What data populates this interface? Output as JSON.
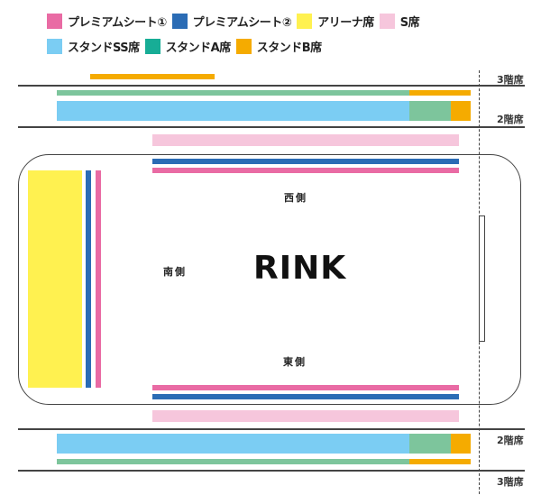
{
  "legend": {
    "row1": [
      {
        "label": "プレミアムシート①",
        "color": "#e96ba4"
      },
      {
        "label": "プレミアムシート②",
        "color": "#2b6cb5"
      },
      {
        "label": "アリーナ席",
        "color": "#fff150"
      },
      {
        "label": "S席",
        "color": "#f6c6dc"
      }
    ],
    "row2": [
      {
        "label": "スタンドSS席",
        "color": "#7bcdf3"
      },
      {
        "label": "スタンドA席",
        "color": "#17ad96"
      },
      {
        "label": "スタンドB席",
        "color": "#f5ab00"
      }
    ]
  },
  "floors": {
    "third_top": "3階席",
    "second_top": "2階席",
    "second_bottom": "2階席",
    "third_bottom": "3階席"
  },
  "rink": {
    "title": "RINK",
    "west": "西側",
    "south": "南側",
    "east": "東側"
  },
  "colors": {
    "premium1": "#e96ba4",
    "premium2": "#2b6cb5",
    "arena": "#fff150",
    "s_seat": "#f6c6dc",
    "stand_ss": "#7bcdf3",
    "stand_a": "#7dc59c",
    "stand_b": "#f5ab00",
    "line": "#444444"
  }
}
